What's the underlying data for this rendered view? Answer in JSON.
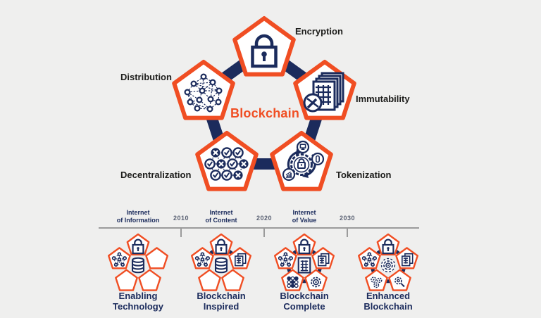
{
  "diagram": {
    "center_label": "Blockchain",
    "nodes": [
      {
        "label": "Encryption",
        "icon": "padlock-icon"
      },
      {
        "label": "Immutability",
        "icon": "ledger-stack-no-edit-icon"
      },
      {
        "label": "Tokenization",
        "icon": "token-cycle-icon"
      },
      {
        "label": "Decentralization",
        "icon": "consensus-checks-icon"
      },
      {
        "label": "Distribution",
        "icon": "network-mesh-icon"
      }
    ]
  },
  "timeline": {
    "eras": [
      "Internet\nof Information",
      "Internet\nof Content",
      "Internet\nof Value"
    ],
    "years": [
      "2010",
      "2020",
      "2030"
    ],
    "stages": [
      "Enabling\nTechnology",
      "Blockchain\nInspired",
      "Blockchain\nComplete",
      "Enhanced\nBlockchain"
    ]
  },
  "colors": {
    "orange": "#F04E23",
    "navy": "#1B2B5C",
    "background": "#EFEFEE",
    "feature_text": "#1D1D1B",
    "year_text": "#5A6173",
    "timeline_line": "#9B9B9B",
    "pentagon_fill": "#FFFFFF"
  }
}
